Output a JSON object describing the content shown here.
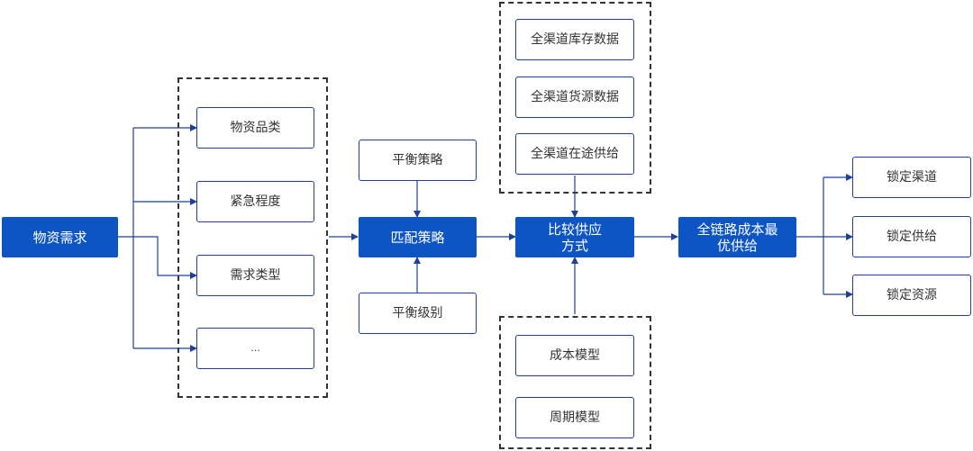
{
  "colors": {
    "primary": "#0d55c4",
    "line": "#1f3f9a",
    "dashed_border": "#333333"
  },
  "nodes": {
    "demand": "物资需求",
    "factors": [
      "物资品类",
      "紧急程度",
      "需求类型",
      "..."
    ],
    "balance_strategy": "平衡策略",
    "match_strategy": "匹配策略",
    "balance_level": "平衡级别",
    "data_sources": [
      "全渠道库存数据",
      "全渠道货源数据",
      "全渠道在途供给"
    ],
    "compare_line1": "比较供应",
    "compare_line2": "方式",
    "models": [
      "成本模型",
      "周期模型"
    ],
    "optimal_line1": "全链路成本最",
    "optimal_line2": "优供给",
    "outputs": [
      "锁定渠道",
      "锁定供给",
      "锁定资源"
    ]
  }
}
